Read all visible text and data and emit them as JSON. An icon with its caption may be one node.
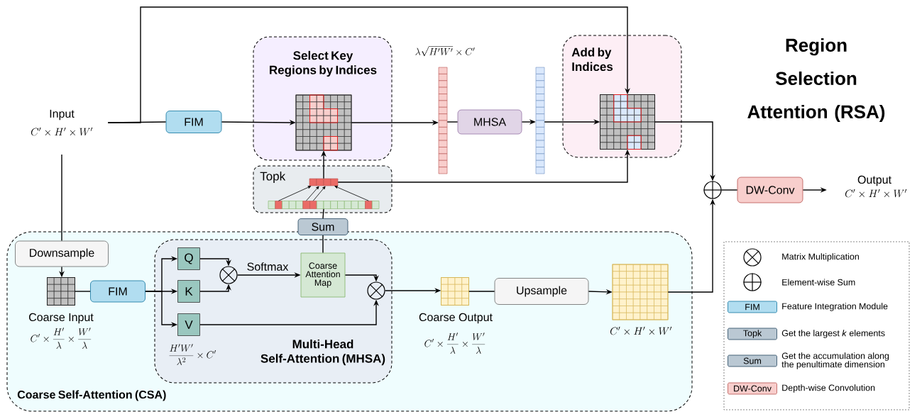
{
  "diagram": {
    "title": "Region Selection Attention (RSA)",
    "nodes": [
      {
        "text": [
          "Input"
        ],
        "beside": [
          "C' \\times H' \\times W'"
        ]
      },
      {
        "text": [
          "FIM"
        ]
      },
      {
        "text": [
          "Select Key Regions by Indices"
        ]
      },
      {
        "text": [],
        "shape": "grid",
        "in": 2
      },
      {
        "text": [],
        "shape": "bar",
        "beside": [
          "\\lambda\\sqrt{H'W'} \\times C'"
        ]
      },
      {
        "text": [
          "MHSA"
        ]
      },
      {
        "text": [],
        "shape": "bar"
      },
      {
        "text": [
          "Add by Indices"
        ]
      },
      {
        "text": [],
        "shape": "grid",
        "in": 7
      },
      {
        "text": [
          "Topk"
        ]
      },
      {
        "text": [],
        "shape": "bar",
        "in": 9
      },
      {
        "text": [],
        "shape": "bar",
        "in": 9
      },
      {
        "text": [
          "Sum"
        ]
      },
      {
        "text": [
          "Coarse Self-Attention (CSA)"
        ]
      },
      {
        "text": [
          "Downsample"
        ],
        "in": 13
      },
      {
        "text": [],
        "shape": "grid",
        "in": 13,
        "beside": [
          "Coarse Input",
          "C' \\times \\frac{H'}{\\lambda} \\times \\frac{W'}{\\lambda}"
        ]
      },
      {
        "text": [
          "FIM"
        ],
        "in": 13
      },
      {
        "text": [
          "Multi-Head Self-Attention (MHSA)"
        ],
        "in": 13
      },
      {
        "text": [
          "Q"
        ],
        "in": 17
      },
      {
        "text": [
          "K"
        ],
        "in": 17
      },
      {
        "text": [
          "V"
        ],
        "in": 17
      },
      {
        "text": [],
        "shape": "circle",
        "in": 17
      },
      {
        "text": [
          "Coarse Attention Map"
        ],
        "in": 17
      },
      {
        "text": [],
        "shape": "circle",
        "in": 17
      },
      {
        "text": [],
        "shape": "grid",
        "in": 13,
        "beside": [
          "Coarse Output",
          "C' \\times \\frac{H'}{\\lambda} \\times \\frac{W'}{\\lambda}"
        ]
      },
      {
        "text": [
          "Upsample"
        ],
        "in": 13
      },
      {
        "text": [],
        "shape": "grid",
        "in": 13,
        "beside": [
          "C' \\times H' \\times W'"
        ]
      },
      {
        "text": [],
        "shape": "circle"
      },
      {
        "text": [
          "DW-Conv"
        ]
      },
      {
        "text": [
          "Output"
        ],
        "beside": [
          "C' \\times H' \\times W'"
        ]
      }
    ],
    "edges": [
      {
        "from": 0,
        "to": 1,
        "arrow": "none"
      },
      {
        "from": 0,
        "to": 8,
        "arrow": "to"
      },
      {
        "from": 0,
        "to": 14,
        "arrow": "none"
      },
      {
        "from": 1,
        "to": 3,
        "arrow": "to"
      },
      {
        "from": 3,
        "to": 4,
        "arrow": "to"
      },
      {
        "from": 4,
        "to": 5,
        "arrow": "none"
      },
      {
        "from": 5,
        "to": 6,
        "arrow": "to"
      },
      {
        "from": 6,
        "to": 8,
        "arrow": "to"
      },
      {
        "from": 8,
        "to": 27,
        "arrow": "to"
      },
      {
        "from": 10,
        "to": 3,
        "arrow": "to"
      },
      {
        "from": 10,
        "to": 8,
        "arrow": "to"
      },
      {
        "from": 11,
        "to": 10,
        "arrow": "to"
      },
      {
        "from": 11,
        "to": 10,
        "arrow": "to"
      },
      {
        "from": 11,
        "to": 10,
        "arrow": "to"
      },
      {
        "from": 11,
        "to": 10,
        "arrow": "to"
      },
      {
        "from": 12,
        "to": 11,
        "arrow": "none"
      },
      {
        "from": 22,
        "to": 12,
        "arrow": "none"
      },
      {
        "from": 14,
        "to": 15,
        "arrow": "to"
      },
      {
        "from": 15,
        "to": 16,
        "arrow": "none"
      },
      {
        "from": 16,
        "to": 18,
        "arrow": "to"
      },
      {
        "from": 16,
        "to": 19,
        "arrow": "to"
      },
      {
        "from": 16,
        "to": 20,
        "arrow": "to"
      },
      {
        "from": 18,
        "to": 21,
        "arrow": "to"
      },
      {
        "from": 19,
        "to": 21,
        "arrow": "to"
      },
      {
        "from": 21,
        "to": 22,
        "arrow": "to",
        "label": "Softmax"
      },
      {
        "from": 22,
        "to": 23,
        "arrow": "to"
      },
      {
        "from": 20,
        "to": 23,
        "arrow": "to"
      },
      {
        "from": 23,
        "to": 24,
        "arrow": "to"
      },
      {
        "from": 24,
        "to": 25,
        "arrow": "none"
      },
      {
        "from": 25,
        "to": 26,
        "arrow": "to"
      },
      {
        "from": 26,
        "to": 27,
        "arrow": "to"
      },
      {
        "from": 27,
        "to": 28,
        "arrow": "none"
      },
      {
        "from": 28,
        "to": 29,
        "arrow": "to"
      }
    ],
    "labels": [
      "\\frac{H'W'}{\\lambda^2} \\times C'",
      "FIM",
      "Topk",
      "Sum",
      "DW-Conv"
    ],
    "legend": [
      {
        "text": "Matrix Multiplication"
      },
      {
        "text": "Element-wise Sum"
      },
      {
        "text": "Feature Integration Module",
        "color": "#b1ddf0"
      },
      {
        "text": "Get the largest *k* elements",
        "color": "#bac8d3"
      },
      {
        "text": "Get the accumulation along the penultimate dimension",
        "color": "#bac8d3"
      },
      {
        "text": "Depth-wise Convolution",
        "color": "#f8cecc"
      }
    ]
  }
}
